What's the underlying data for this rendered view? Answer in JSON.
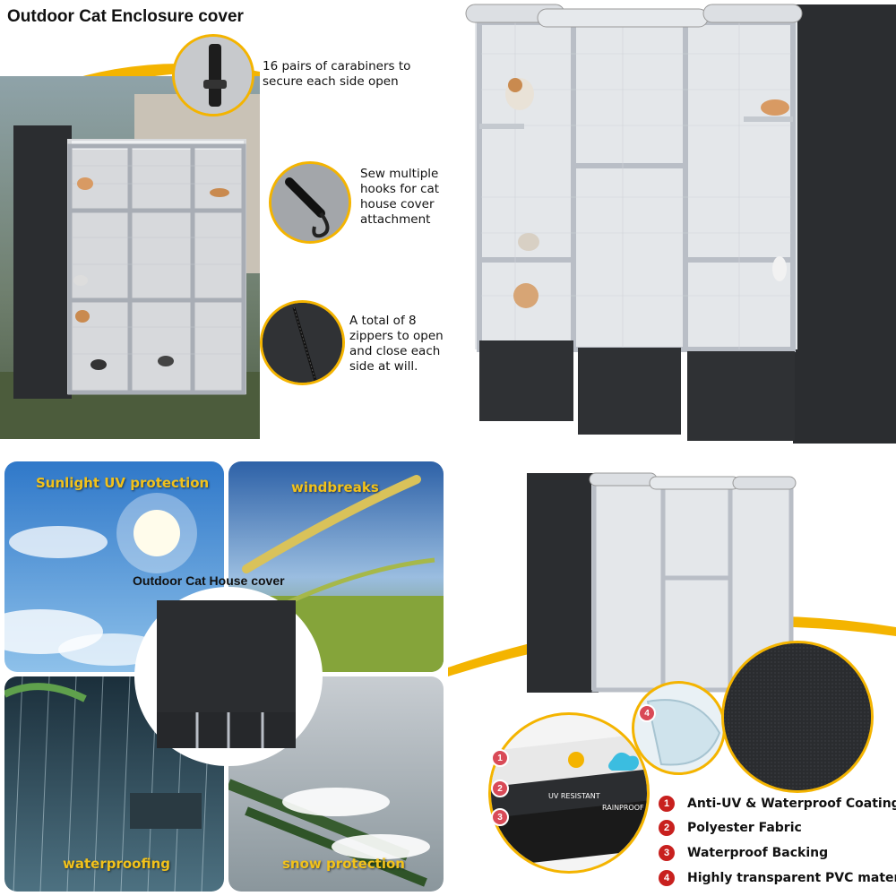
{
  "top_left": {
    "title": "Outdoor Cat Enclosure cover",
    "features": [
      {
        "icon": "carabiner-icon",
        "text": "16 pairs of carabiners to secure each side open"
      },
      {
        "icon": "hook-icon",
        "text": "Sew multiple hooks for cat house cover attachment"
      },
      {
        "icon": "zipper-icon",
        "text": "A total of 8 zippers to open and close each side at will."
      }
    ]
  },
  "bottom_left": {
    "center_title": "Outdoor Cat House cover",
    "panels": [
      {
        "label": "Sunlight UV protection"
      },
      {
        "label": "windbreaks"
      },
      {
        "label": "waterproofing"
      },
      {
        "label": "snow protection"
      }
    ]
  },
  "bottom_right": {
    "layer_labels": [
      "UV RESISTANT",
      "RAINPROOF"
    ],
    "layer_numbers": [
      "1",
      "2",
      "3",
      "4"
    ],
    "legend": [
      {
        "num": "1",
        "text": "Anti-UV & Waterproof Coating"
      },
      {
        "num": "2",
        "text": "Polyester Fabric"
      },
      {
        "num": "3",
        "text": "Waterproof Backing"
      },
      {
        "num": "4",
        "text": "Highly transparent PVC material"
      }
    ]
  },
  "colors": {
    "accent_yellow": "#f4b400",
    "cover_black": "#2b2d30",
    "frame_gray": "#b9bec6",
    "badge_red": "#c8201e"
  }
}
